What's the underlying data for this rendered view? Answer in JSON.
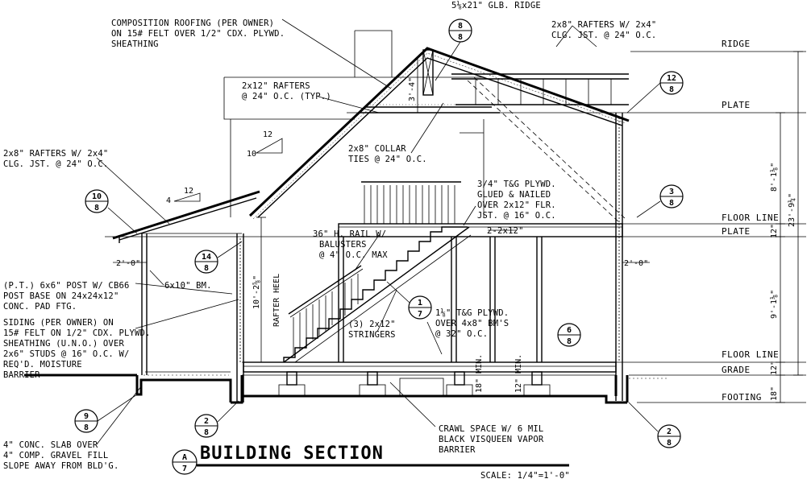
{
  "title": "BUILDING SECTION",
  "scale": "SCALE: 1/4\"=1'-0\"",
  "title_ref": {
    "top": "A",
    "bottom": "7"
  },
  "levels": [
    "RIDGE",
    "PLATE",
    "FLOOR LINE",
    "PLATE",
    "FLOOR LINE",
    "GRADE",
    "FOOTING"
  ],
  "dimensions": {
    "upper_plate_ht": "8'-1⅛\"",
    "overall": "23'-9¼\"",
    "floor_plate": "12\"",
    "main_plate_ht": "9'-1⅛\"",
    "floor_grade": "12\"",
    "footing": "18\"",
    "rafter_heel": "10'-2⅝\"",
    "rafter_heel_label": "RAFTER HEEL",
    "ridge_drop": "3'-4\"",
    "overhang_left": "2'-0\"",
    "overhang_right": "2'-0\"",
    "crawl_min_1": "18\" MIN.",
    "crawl_min_2": "12\" MIN.",
    "pitch_main": "12",
    "pitch_main_rise": "10",
    "pitch_porch": "12",
    "pitch_porch_rise": "4"
  },
  "notes": {
    "ridge_beam": "5⅛x21\" GLB. RIDGE",
    "roofing": [
      "COMPOSITION ROOFING (PER OWNER)",
      "ON 15# FELT OVER 1/2\" CDX. PLYWD.",
      "SHEATHING"
    ],
    "rafters_right": [
      "2x8\" RAFTERS W/ 2x4\"",
      "CLG. JST. @ 24\" O.C."
    ],
    "rafters_2x12": [
      "2x12\" RAFTERS",
      "@ 24\" O.C. (TYP.)"
    ],
    "collar_ties": [
      "2x8\" COLLAR",
      "TIES @ 24\" O.C."
    ],
    "rafters_left": [
      "2x8\" RAFTERS W/ 2x4\"",
      "CLG. JST. @ 24\" O.C."
    ],
    "floor_upper": [
      "3/4\" T&G PLYWD.",
      "GLUED & NAILED",
      "OVER 2x12\" FLR.",
      "JST. @ 16\" O.C."
    ],
    "header": "2-2x12\"",
    "handrail": [
      "36\" H. RAIL W/",
      "BALUSTERS",
      "@ 4\" O.C. MAX"
    ],
    "beam": "6x10\" BM.",
    "post": [
      "(P.T.) 6x6\" POST W/ CB66",
      "POST BASE ON 24x24x12\"",
      "CONC. PAD FTG."
    ],
    "siding": [
      "SIDING (PER OWNER) ON",
      "15# FELT ON 1/2\" CDX. PLYWD.",
      "SHEATHING (U.N.O.) OVER",
      "2x6\" STUDS @ 16\" O.C. W/",
      "REQ'D. MOISTURE",
      "BARRIER"
    ],
    "stringers": [
      "(3) 2x12\"",
      "STRINGERS"
    ],
    "floor_main": [
      "1⅛\" T&G PLYWD.",
      "OVER 4x8\" BM'S",
      "@ 32\" O.C."
    ],
    "crawl": [
      "CRAWL SPACE W/ 6 MIL",
      "BLACK VISQUEEN VAPOR",
      "BARRIER"
    ],
    "slab": [
      "4\" CONC. SLAB OVER",
      "4\" COMP. GRAVEL FILL",
      "SLOPE AWAY FROM BLD'G."
    ]
  },
  "detail_refs": [
    {
      "top": "8",
      "bottom": "8"
    },
    {
      "top": "12",
      "bottom": "8"
    },
    {
      "top": "10",
      "bottom": "8"
    },
    {
      "top": "3",
      "bottom": "8"
    },
    {
      "top": "14",
      "bottom": "8"
    },
    {
      "top": "1",
      "bottom": "7"
    },
    {
      "top": "6",
      "bottom": "8"
    },
    {
      "top": "9",
      "bottom": "8"
    },
    {
      "top": "2",
      "bottom": "8"
    },
    {
      "top": "2",
      "bottom": "8"
    }
  ]
}
